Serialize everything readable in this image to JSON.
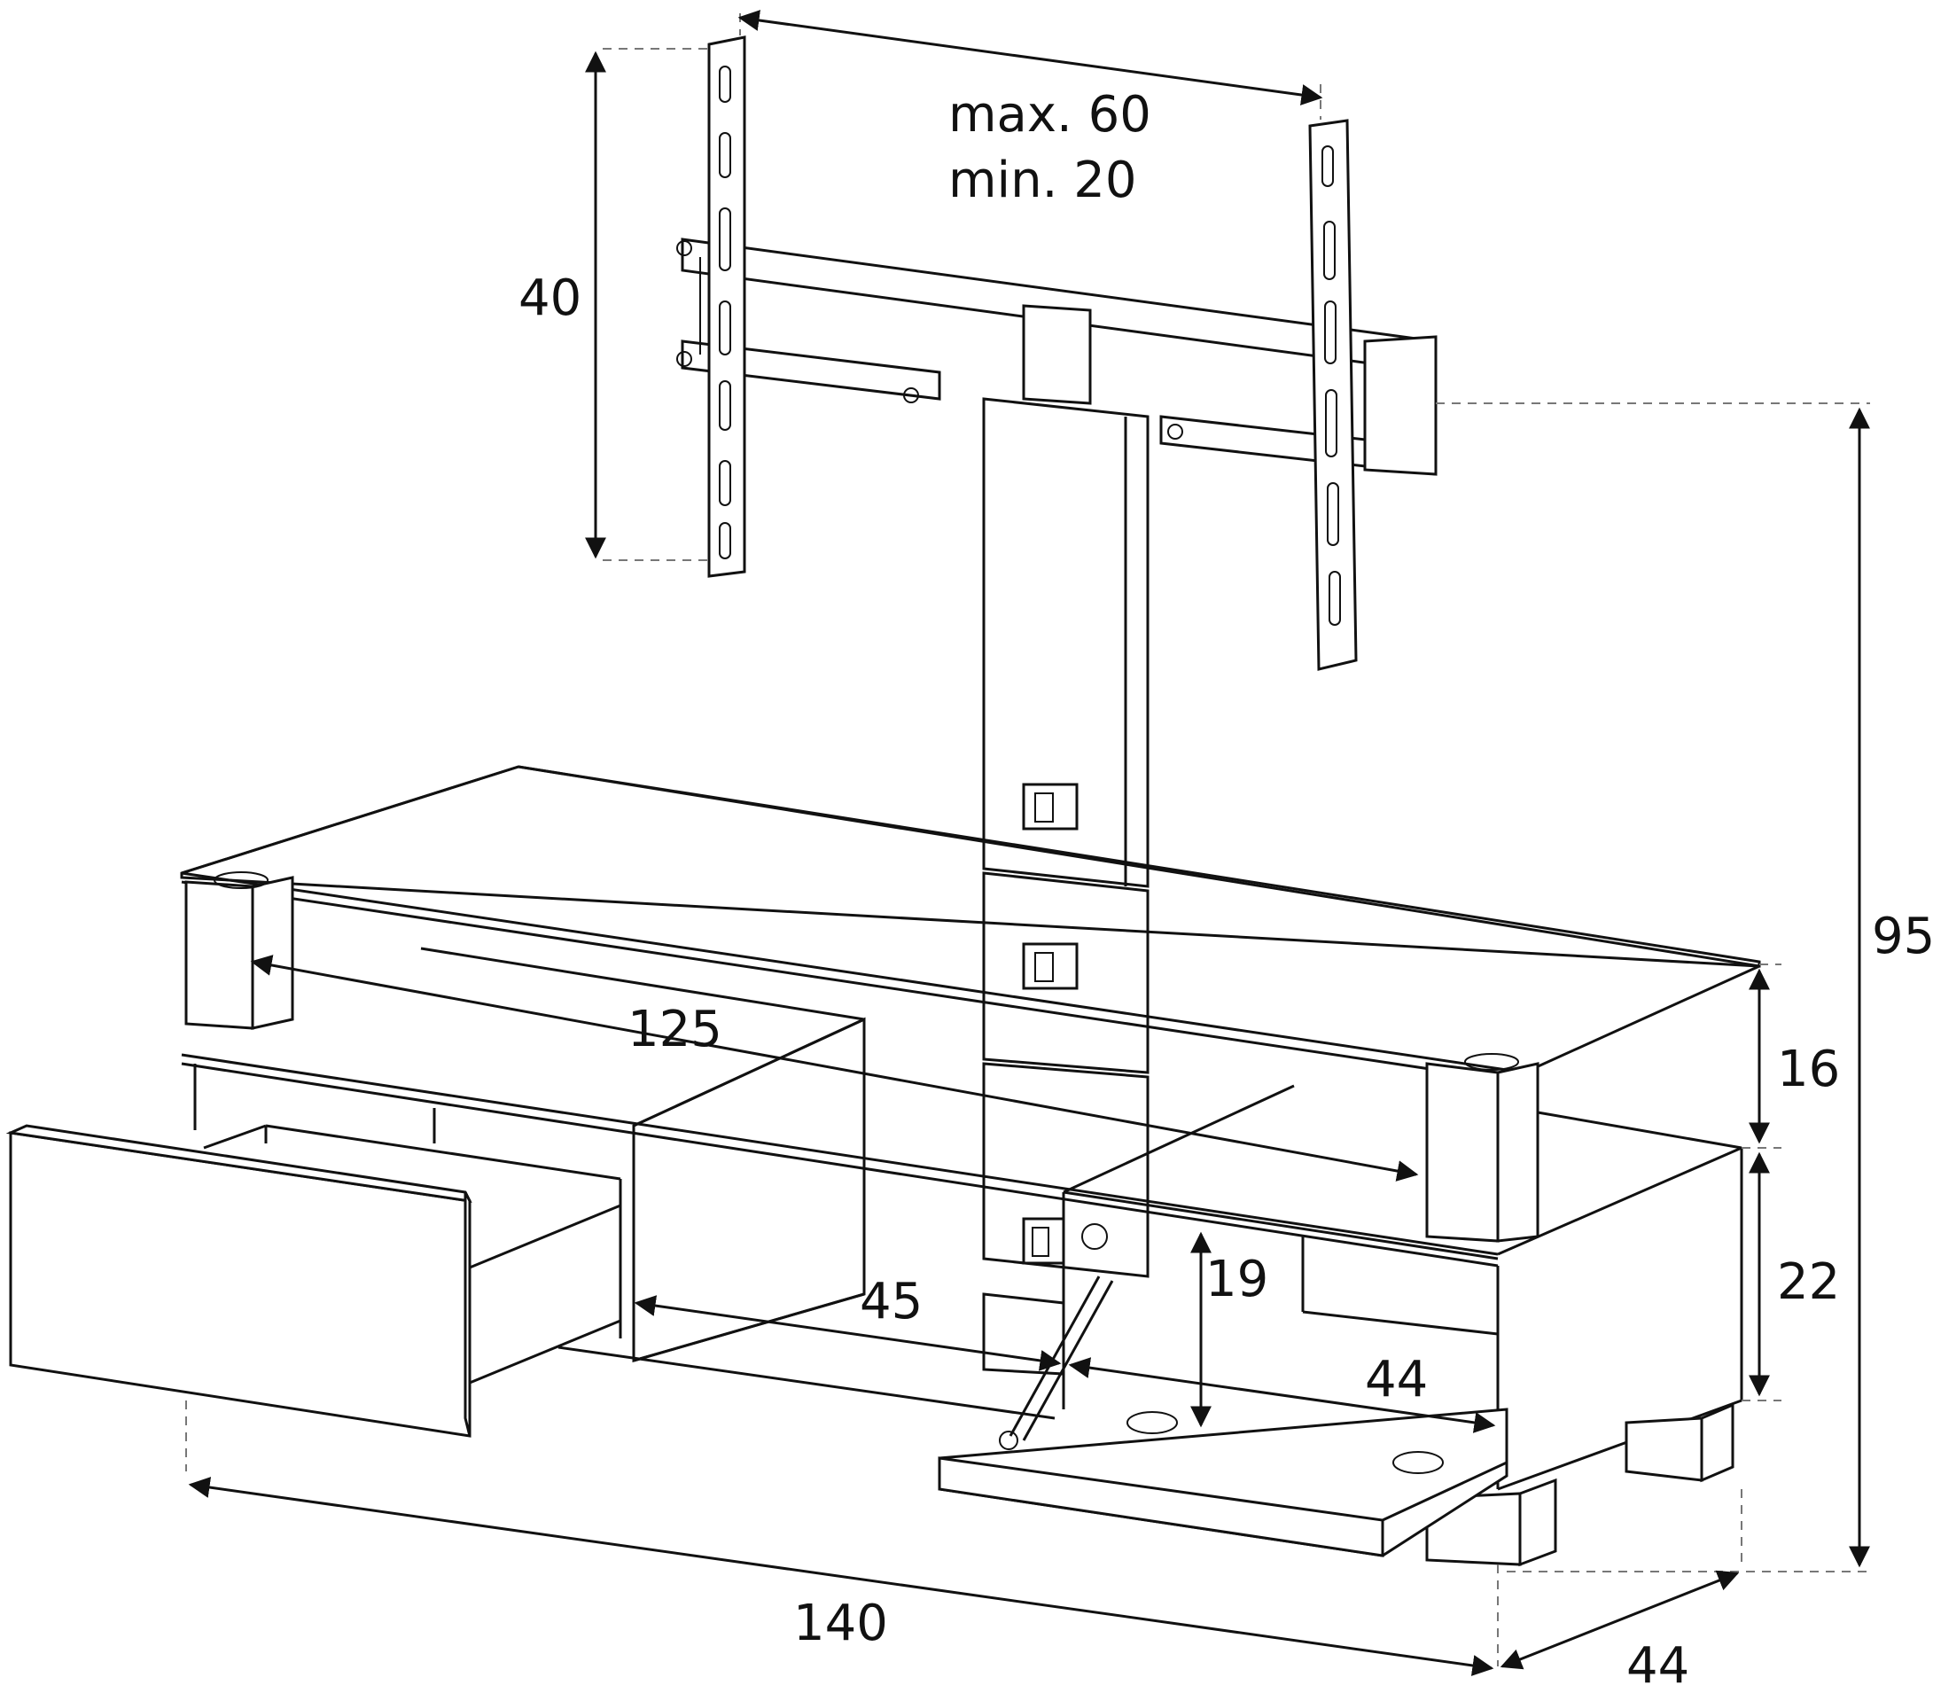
{
  "dimensions": {
    "bracket_spacing": {
      "max": "max. 60",
      "min": "min. 20"
    },
    "bracket_height": "40",
    "total_height": "95",
    "top_shelf_height": "16",
    "body_height": "22",
    "inner_width": "125",
    "drawer_width": "45",
    "compartment_height": "19",
    "compartment_width": "44",
    "total_width": "140",
    "depth": "44"
  },
  "icons": [
    "arrow-icon",
    "cable-port-icon"
  ]
}
